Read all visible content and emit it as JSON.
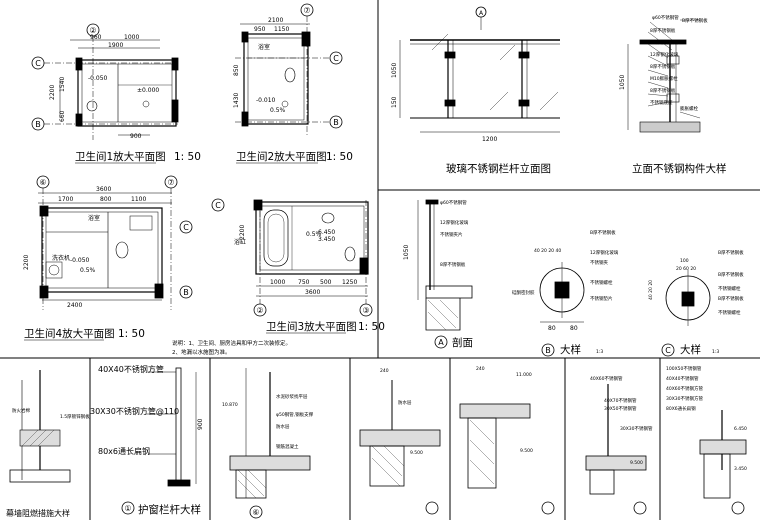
{
  "plan1": {
    "title": "卫生间1放大平面图",
    "scale": "1: 50",
    "axes": [
      "②",
      "C",
      "B"
    ],
    "dims": [
      "960",
      "1000",
      "1900",
      "2200",
      "1540",
      "660",
      "900"
    ],
    "levels": [
      "-0.050",
      "±0.000"
    ]
  },
  "plan2": {
    "title": "卫生间2放大平面图",
    "scale": "1: 50",
    "room": "浴室",
    "axes": [
      "⑦",
      "C",
      "B"
    ],
    "dims": [
      "2100",
      "950",
      "1150",
      "850",
      "1430"
    ],
    "levels": [
      "-0.010",
      "0.5%"
    ]
  },
  "plan4": {
    "title": "卫生间4放大平面图",
    "scale": "1: 50",
    "rooms": [
      "浴室",
      "洗衣机"
    ],
    "axes": [
      "⑥",
      "⑦",
      "C",
      "B"
    ],
    "dims": [
      "3600",
      "1700",
      "800",
      "1100",
      "2200",
      "2400"
    ],
    "levels": [
      "-0.050",
      "0.5%"
    ]
  },
  "plan3": {
    "title": "卫生间3放大平面图",
    "scale": "1: 50",
    "room": "浴缸",
    "axes": [
      "C",
      "②",
      "③"
    ],
    "dims": [
      "2200",
      "1000",
      "750",
      "500",
      "1250",
      "3600"
    ],
    "levels": [
      "6.450",
      "3.450",
      "0.5%"
    ]
  },
  "notes": [
    "说明：1、卫生间、厨房洁具和甲方二次装修定。",
    "2、地漏以水施图为准。"
  ],
  "railing": {
    "title": "玻璃不锈钢栏杆立面图",
    "axis": "A",
    "dims": [
      "1050",
      "150",
      "1200"
    ]
  },
  "component": {
    "title": "立面不锈钢构件大样",
    "dims": [
      "1050"
    ],
    "labels": [
      "φ60不锈钢管",
      "B厚不锈钢板",
      "8厚不锈钢板",
      "12厚钢化玻璃",
      "12厚钢化玻璃",
      "8厚不锈钢板",
      "M10膨胀螺栓",
      "8厚不锈钢板",
      "不锈钢底座",
      "膨胀螺栓"
    ]
  },
  "sectionA": {
    "title": "剖面",
    "bubble": "A",
    "dims": [
      "1050"
    ],
    "labels": [
      "φ60不锈钢管",
      "12厚钢化玻璃",
      "不锈钢夹片",
      "8厚不锈钢板"
    ]
  },
  "detailB": {
    "title": "大样",
    "bubble": "B",
    "scale": "1:3",
    "dims": [
      "40 20 20 40",
      "80"
    ],
    "labels": [
      "B厚不锈钢板",
      "12厚钢化玻璃",
      "不锈钢夹",
      "不锈钢螺栓",
      "不锈钢垫片",
      "硅酮密封胶"
    ]
  },
  "detailC": {
    "title": "大样",
    "bubble": "C",
    "scale": "1:3",
    "dims": [
      "100",
      "20 60 20",
      "40 20 20"
    ],
    "labels": [
      "B厚不锈钢板",
      "B厚不锈钢板",
      "不锈钢螺栓",
      "B厚不锈钢板",
      "不锈钢螺栓"
    ]
  },
  "curtainWall": {
    "title": "幕墙阻燃措施大样",
    "labels": [
      "防火岩棉",
      "1.5厚镀锌钢板"
    ]
  },
  "windowGuard": {
    "title": "护窗栏杆大样",
    "bubble": "①",
    "labels": [
      "40X40不锈钢方管",
      "30X30不锈钢方管@110",
      "80x6通长扁钢"
    ],
    "dims": [
      "900"
    ]
  },
  "section6": {
    "bubble": "⑥",
    "labels": [
      "水泥砂浆找平层",
      "φ50钢管,钢板支撑",
      "防水层",
      "钢筋混凝土"
    ],
    "levels": [
      "10.870"
    ]
  },
  "section2": {
    "dims": [
      "240"
    ],
    "levels": [
      "9.500"
    ],
    "labels": [
      "防水层"
    ]
  },
  "section3": {
    "dims": [
      "240"
    ],
    "levels": [
      "11.000",
      "9.500"
    ]
  },
  "section4": {
    "labels": [
      "40X60不锈钢管",
      "40X70不锈钢管",
      "30X50不锈钢管",
      "30X30不锈钢管"
    ],
    "levels": [
      "9.500"
    ]
  },
  "section5": {
    "labels": [
      "100X50不锈钢管",
      "40X40不锈钢管",
      "40X60不锈钢方管",
      "30X30不锈钢方管",
      "80X6通长扁钢"
    ],
    "levels": [
      "6.450",
      "3.450"
    ]
  }
}
